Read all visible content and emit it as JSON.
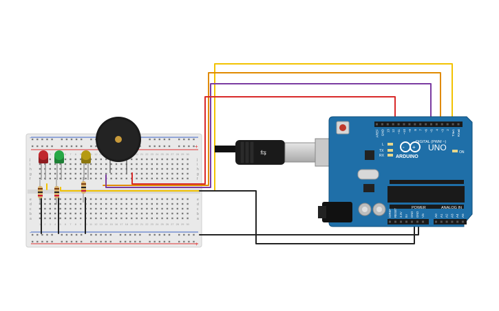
{
  "arduino": {
    "brand": "ARDUINO",
    "model": "UNO",
    "logo": "infinity-logo",
    "digital_label": "DIGITAL (PWM ~)",
    "power_label": "POWER",
    "analog_label": "ANALOG IN",
    "on_label": "ON",
    "l_label": "L",
    "tx_label": "TX",
    "rx_label": "RX",
    "board_color": "#1f6fa8",
    "digital_pins": [
      "AREF",
      "GND",
      "13",
      "12",
      "~11",
      "~10",
      "~9",
      "8",
      "7",
      "~6",
      "~5",
      "4",
      "~3",
      "2",
      "TX▸1",
      "RX◂0"
    ],
    "power_pins": [
      "IOREF",
      "RESET",
      "3.3V",
      "5V",
      "GND",
      "GND",
      "Vin"
    ],
    "analog_pins": [
      "A0",
      "A1",
      "A2",
      "A3",
      "A4",
      "A5"
    ]
  },
  "breadboard": {
    "row_letters_top": [
      "j",
      "i",
      "h",
      "g",
      "f"
    ],
    "row_letters_bottom": [
      "e",
      "d",
      "c",
      "b",
      "a"
    ],
    "column_numbers": [
      "1",
      "2",
      "3",
      "4",
      "5",
      "6",
      "7",
      "8",
      "9",
      "10",
      "11",
      "12",
      "13",
      "14",
      "15",
      "16",
      "17",
      "18",
      "19",
      "20",
      "21",
      "22",
      "23",
      "24",
      "25",
      "26",
      "27",
      "28",
      "29",
      "30"
    ],
    "rail_plus": "+",
    "rail_minus": "-"
  },
  "components": {
    "leds": [
      {
        "name": "red-led",
        "color": "#c0272d"
      },
      {
        "name": "green-led",
        "color": "#27a846"
      },
      {
        "name": "yellow-led",
        "color": "#b59a12"
      }
    ],
    "buzzer_color": "#1b1b1b",
    "resistor_color": "#d8b26e"
  },
  "wire_colors": {
    "yellow": "#f2c200",
    "orange": "#e08a00",
    "purple": "#7a3aa0",
    "red": "#d82828",
    "black": "#222222"
  }
}
